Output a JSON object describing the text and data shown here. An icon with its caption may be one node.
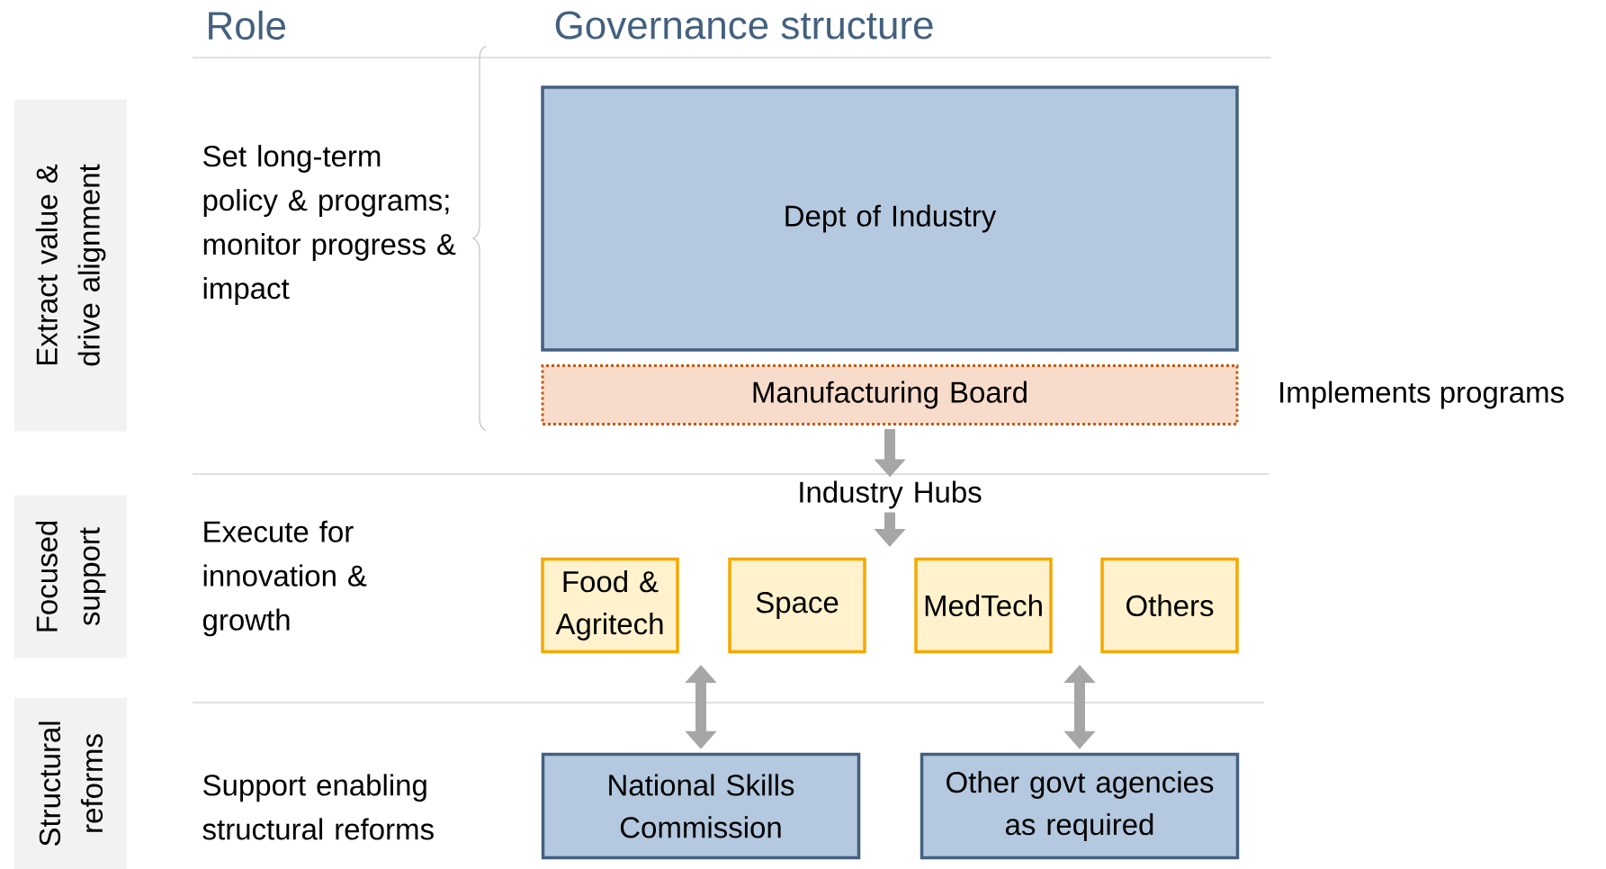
{
  "diagram": {
    "nodes": [
      {
        "text": [
          "Extract value & drive alignment"
        ]
      },
      {
        "text": [
          "Dept of Industry"
        ]
      },
      {
        "text": [
          "Manufacturing Board"
        ],
        "beside": [
          "Implements programs"
        ]
      },
      {
        "text": [
          "Industry Hubs"
        ]
      },
      {
        "text": [
          "Focused support"
        ]
      },
      {
        "text": [
          "Food & Agritech"
        ]
      },
      {
        "text": [
          "Space"
        ]
      },
      {
        "text": [
          "MedTech"
        ]
      },
      {
        "text": [
          "Others"
        ]
      },
      {
        "text": [
          "Structural reforms"
        ]
      },
      {
        "text": [
          "National Skills Commission"
        ]
      },
      {
        "text": [
          "Other govt agencies as required"
        ]
      }
    ],
    "edges": [
      {
        "from": 2,
        "to": 3,
        "arrow": "to"
      },
      {
        "from": 3,
        "to": null,
        "arrow": "to"
      },
      {
        "from": null,
        "to": 10,
        "arrow": "both"
      },
      {
        "from": null,
        "to": 11,
        "arrow": "both"
      }
    ],
    "labels": [
      "Role",
      "Governance structure",
      "Set long-term policy & programs; monitor progress & impact",
      "Execute for innovation & growth",
      "Support enabling structural reforms"
    ]
  }
}
